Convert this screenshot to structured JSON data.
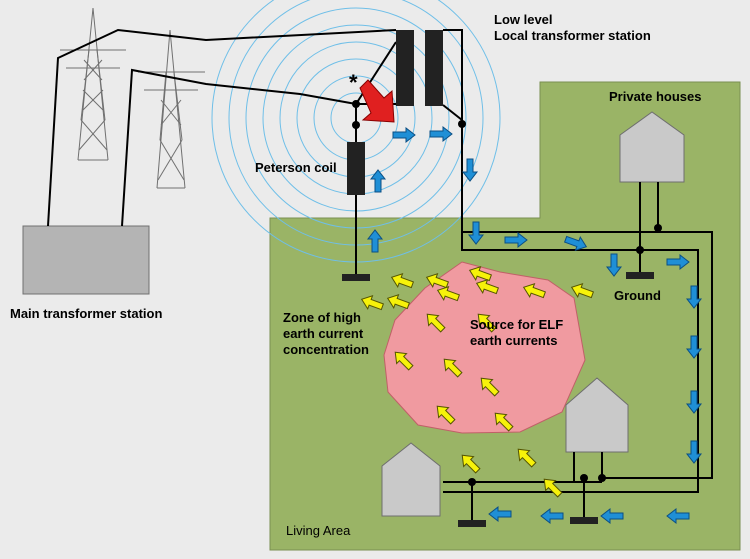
{
  "labels": {
    "low_level_line1": "Low level",
    "low_level_line2": "Local transformer station",
    "private_houses": "Private houses",
    "peterson_coil": "Peterson coil",
    "main_transformer": "Main transformer station",
    "zone_line1": "Zone of high",
    "zone_line2": "earth current",
    "zone_line3": "concentration",
    "source_line1": "Source for  ELF",
    "source_line2": "earth currents",
    "ground": "Ground",
    "living_area": "Living Area",
    "fault_marker": "*"
  },
  "colors": {
    "background": "#ebebeb",
    "living_area": "#9ab466",
    "source_zone": "#f09aa0",
    "house": "#c9c9c9",
    "main_station": "#b4b4b4",
    "wire": "#000000",
    "blue_arrow": "#1f8fd6",
    "yellow_arrow": "#f7f20a",
    "red_arrow": "#e02020",
    "field_rings": "#6fbfe8"
  }
}
